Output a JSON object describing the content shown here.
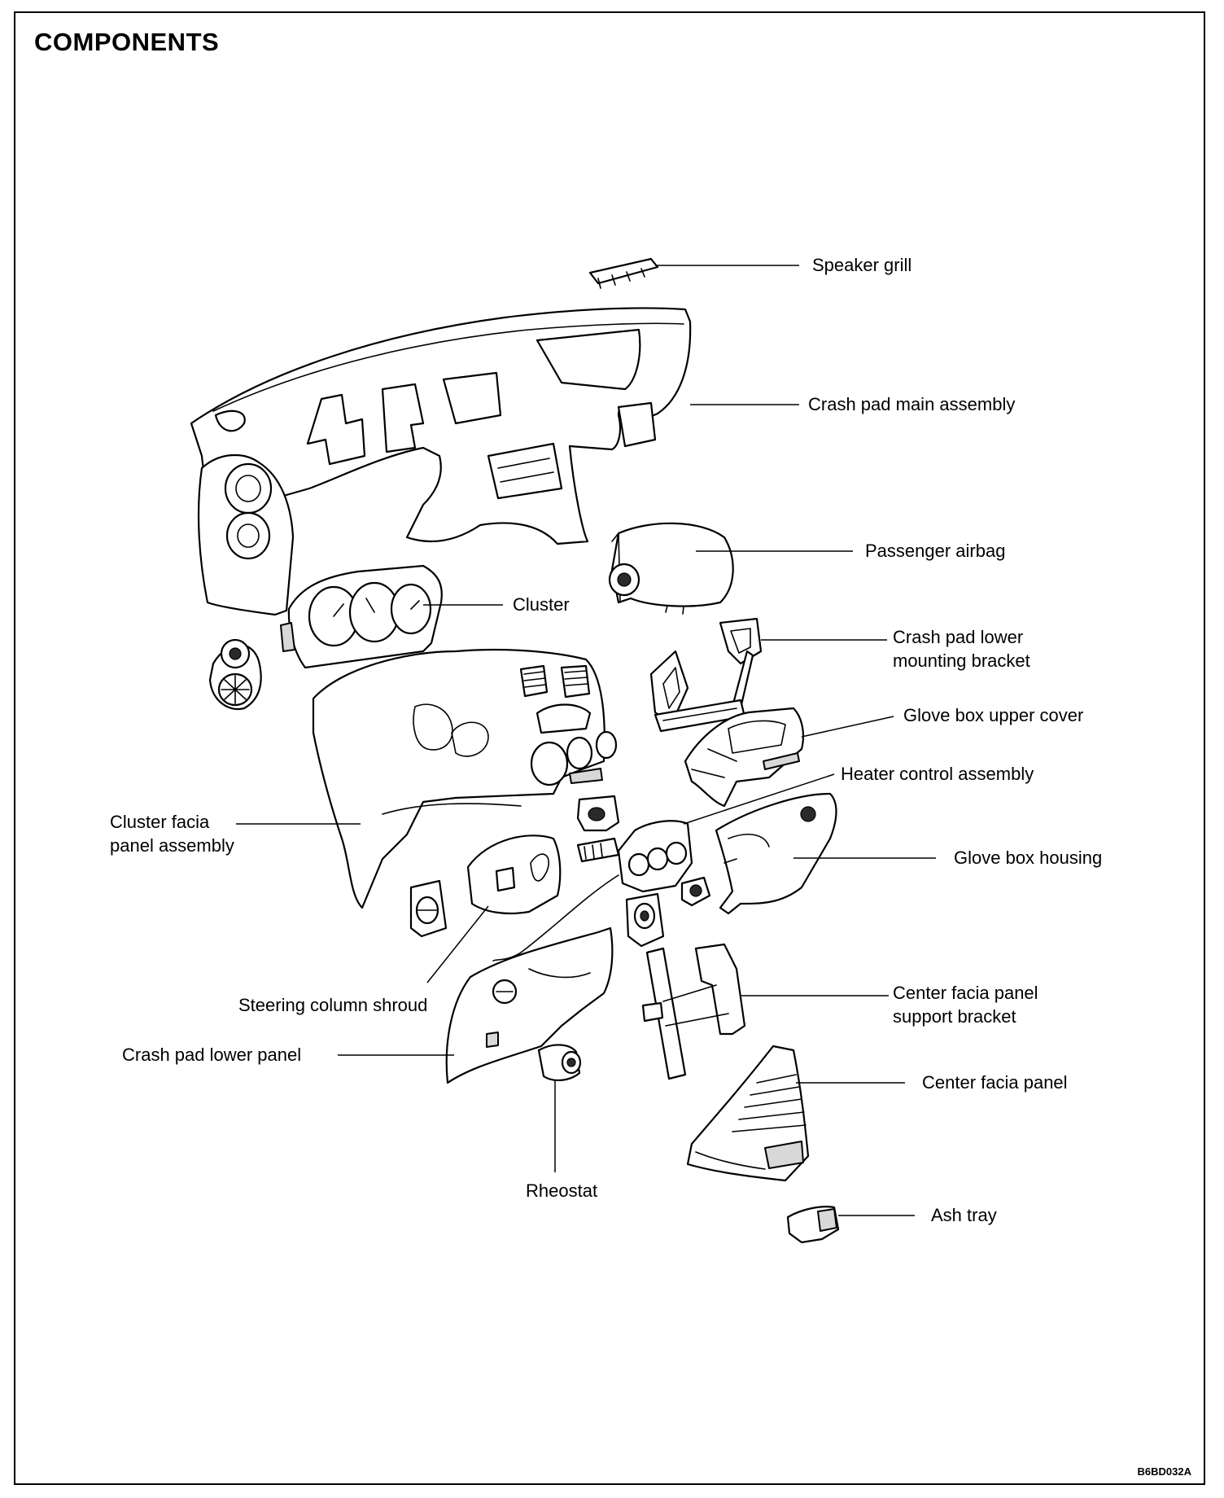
{
  "title": "COMPONENTS",
  "figure_code": "B6BD032A",
  "labels": {
    "speaker_grill": [
      "Speaker grill"
    ],
    "crash_pad_main_assembly": [
      "Crash pad main assembly"
    ],
    "passenger_airbag": [
      "Passenger airbag"
    ],
    "cluster": [
      "Cluster"
    ],
    "crash_pad_lower_mounting_bracket": [
      "Crash pad lower",
      "mounting bracket"
    ],
    "glove_box_upper_cover": [
      "Glove box upper cover"
    ],
    "heater_control_assembly": [
      "Heater control assembly"
    ],
    "cluster_facia_panel_assembly": [
      "Cluster facia",
      "panel assembly"
    ],
    "glove_box_housing": [
      "Glove box housing"
    ],
    "steering_column_shroud": [
      "Steering column shroud"
    ],
    "center_facia_panel_support_bracket": [
      "Center facia panel",
      "support bracket"
    ],
    "crash_pad_lower_panel": [
      "Crash pad lower panel"
    ],
    "center_facia_panel": [
      "Center facia panel"
    ],
    "rheostat": [
      "Rheostat"
    ],
    "ash_tray": [
      "Ash tray"
    ]
  }
}
